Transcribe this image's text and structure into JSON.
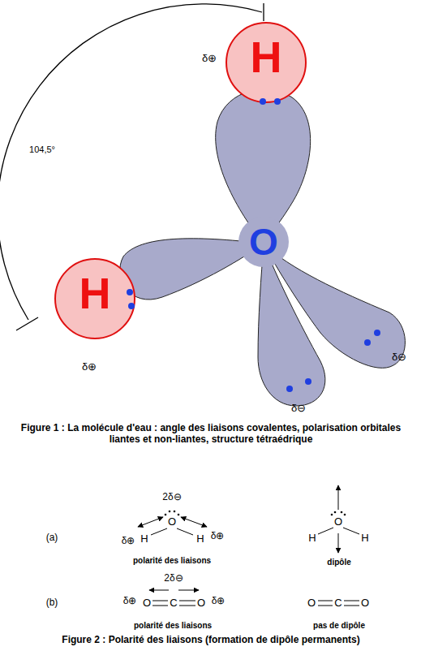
{
  "diagram": {
    "nodes": [
      {
        "text": [
          "H"
        ]
      },
      {
        "text": [
          "O"
        ]
      },
      {
        "text": [
          "H"
        ]
      }
    ],
    "labels": [
      "104,5°",
      "δ⊕",
      "δ⊕",
      "δ⊖",
      "δ⊖",
      "Figure 1 : La molécule d'eau : angle des liaisons covalentes, polarisation orbitales liantes et non-liantes, structure tétraédrique",
      "(a)",
      "2δ⊖",
      "δ⊕",
      "H",
      "O",
      "H",
      "δ⊕",
      "polarité des liaisons",
      "H",
      "O",
      "H",
      "dipôle",
      "(b)",
      "2δ⊖",
      "δ⊕",
      "O",
      "C",
      "O",
      "δ⊕",
      "polarité des liaisons",
      "O",
      "C",
      "O",
      "pas de dipôle",
      "Figure 2 : Polarité des liaisons (formation de dipôle permanents)"
    ]
  }
}
